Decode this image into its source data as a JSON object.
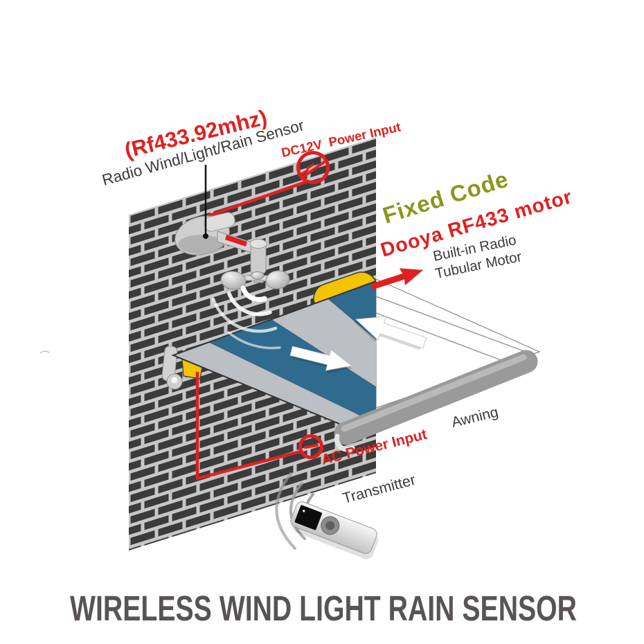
{
  "title": "WIRELESS WIND LIGHT RAIN SENSOR",
  "diagram": {
    "labels": {
      "rf": "(Rf433.92mhz)",
      "radio_sensor": "Radio Wind/Light/Rain Sensor",
      "dc12v": "DC12V  Power Input",
      "fixed_code": "Fixed Code",
      "dooya": "Dooya RF433 motor",
      "builtin_radio": "Built-in Radio",
      "tubular_motor": "Tubular Motor",
      "awning": "Awning",
      "ac": "AC Power Input",
      "transmitter": "Transmitter"
    },
    "colors": {
      "red": "#e02020",
      "olive_green": "#8a961c",
      "label_gray": "#3b3b3b",
      "brick_dark": "#3b3b3b",
      "mortar_gray": "#c7c7c7",
      "awning_blue": "#2f6b8f",
      "awning_gray": "#bcbfc3",
      "awning_white": "#ffffff",
      "roller_yellow": "#f3c400",
      "bar_gray": "#9a9a9a",
      "title_gray": "#5a5353"
    }
  }
}
